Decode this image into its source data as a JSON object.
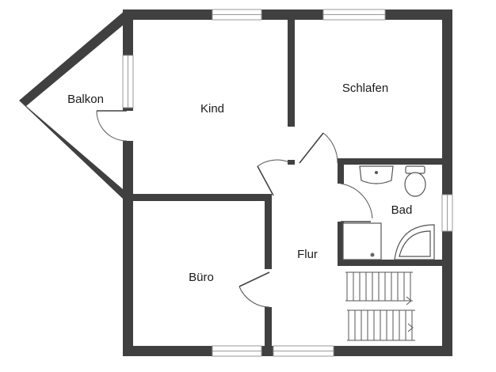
{
  "rooms": {
    "balkon": "Balkon",
    "kind": "Kind",
    "schlafen": "Schlafen",
    "bad": "Bad",
    "flur": "Flur",
    "buero": "Büro"
  },
  "colors": {
    "wall": "#404040",
    "background": "#ffffff",
    "window_frame": "#9a9a9a"
  }
}
